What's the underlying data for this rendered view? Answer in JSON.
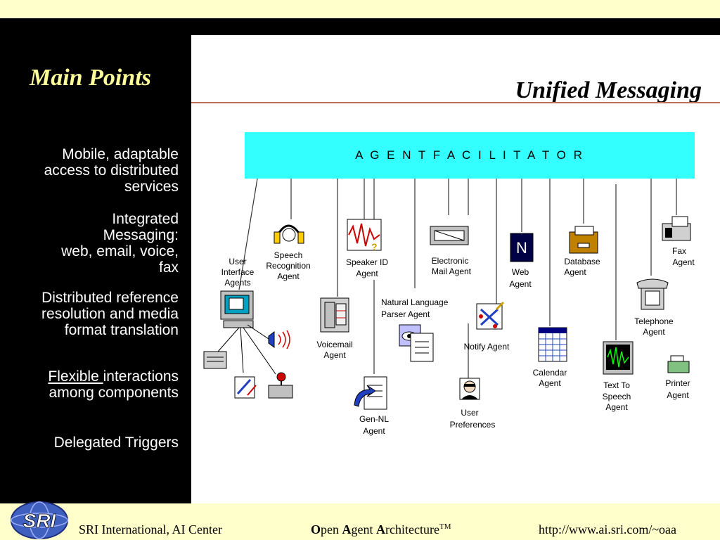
{
  "sidebar": {
    "title": "Main Points",
    "points": [
      {
        "lines": [
          "Mobile, adaptable",
          "access to distributed",
          "services"
        ]
      },
      {
        "lines": [
          "Integrated",
          "Messaging:",
          "web, email, voice,",
          "fax"
        ]
      },
      {
        "lines": [
          "Distributed reference",
          "resolution and media",
          "format translation"
        ]
      },
      {
        "underlined": "Flexible ",
        "rest": "interactions",
        "line2": "among components"
      },
      {
        "lines": [
          "Delegated Triggers"
        ]
      }
    ]
  },
  "main": {
    "title": "Unified Messaging",
    "facilitator_label": "A G E N T     F A C I L I T A T O R",
    "agents": {
      "user_interface": [
        "User",
        "Interface",
        "Agents"
      ],
      "speech_recognition": [
        "Speech",
        "Recognition",
        "Agent"
      ],
      "speaker_id": [
        "Speaker ID",
        "Agent"
      ],
      "email": [
        "Electronic",
        "Mail Agent"
      ],
      "web": [
        "Web",
        "Agent"
      ],
      "database": [
        "Database",
        "Agent"
      ],
      "fax": [
        "Fax",
        "Agent"
      ],
      "voicemail": [
        "Voicemail",
        "Agent"
      ],
      "nl_parser": [
        "Natural Language",
        "Parser Agent"
      ],
      "notify": [
        "Notify Agent"
      ],
      "calendar": [
        "Calendar",
        "Agent"
      ],
      "telephone": [
        "Telephone",
        "Agent"
      ],
      "tts": [
        "Text To",
        "Speech",
        "Agent"
      ],
      "printer": [
        "Printer",
        "Agent"
      ],
      "gen_nl": [
        "Gen-NL",
        "Agent"
      ],
      "user_prefs": [
        "User",
        "Preferences"
      ]
    },
    "web_glyph": "N"
  },
  "footer": {
    "logo_text": "SRI",
    "org": "SRI International, AI Center",
    "oaa_o": "O",
    "oaa_pen": "pen ",
    "oaa_a": "A",
    "oaa_gent": "gent ",
    "oaa_a2": "A",
    "oaa_rch": "rchitecture",
    "oaa_tm": "TM",
    "url": "http://www.ai.sri.com/~oaa"
  },
  "colors": {
    "accent_title": "#ffff99",
    "facilitator": "#33ffff",
    "footer_bg": "#ffffcc",
    "rule": "#c0705a"
  }
}
